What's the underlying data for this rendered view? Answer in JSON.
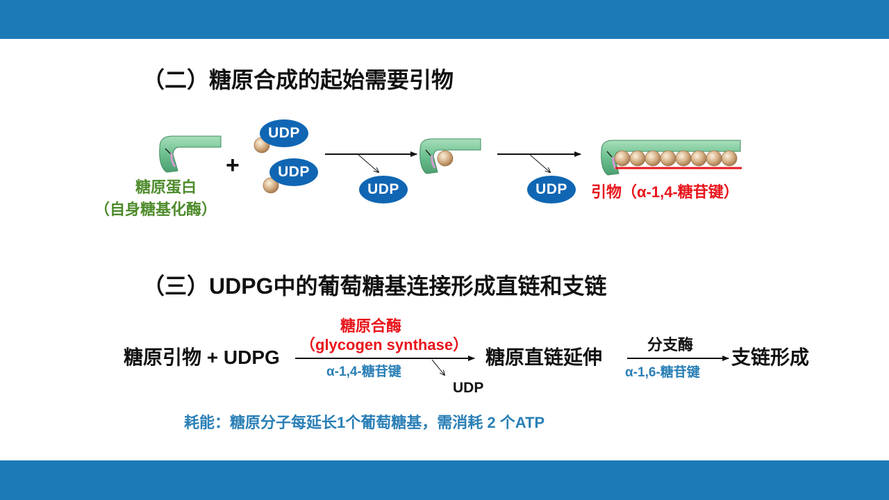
{
  "section2": {
    "title": "（二）糖原合成的起始需要引物",
    "glycogenin_label": "糖原蛋白",
    "glycogenin_sublabel": "（自身糖基化酶）",
    "plus": "+",
    "udp_labels": [
      "UDP",
      "UDP",
      "UDP",
      "UDP"
    ],
    "primer_label": "引物（α-1,4-糖苷键）"
  },
  "section3": {
    "title": "（三）UDPG中的葡萄糖基连接形成直链和支链",
    "reactants": "糖原引物 + UDPG",
    "enzyme1_name": "糖原合酶",
    "enzyme1_english": "（glycogen synthase）",
    "bond1": "α-1,4-糖苷键",
    "byproduct": "UDP",
    "intermediate": "糖原直链延伸",
    "enzyme2_name": "分支酶",
    "bond2": "α-1,6-糖苷键",
    "product": "支链形成",
    "energy_note": "耗能：糖原分子每延长1个葡萄糖基，需消耗 2 个ATP"
  },
  "colors": {
    "band": "#1c7bb6",
    "udp_bubble": "#1066b3",
    "protein": "#6cc08f",
    "bead": "#d4ad82",
    "green_text": "#4e8b2c",
    "red_text": "#e8141b",
    "blue_text": "#2a7fb6"
  }
}
